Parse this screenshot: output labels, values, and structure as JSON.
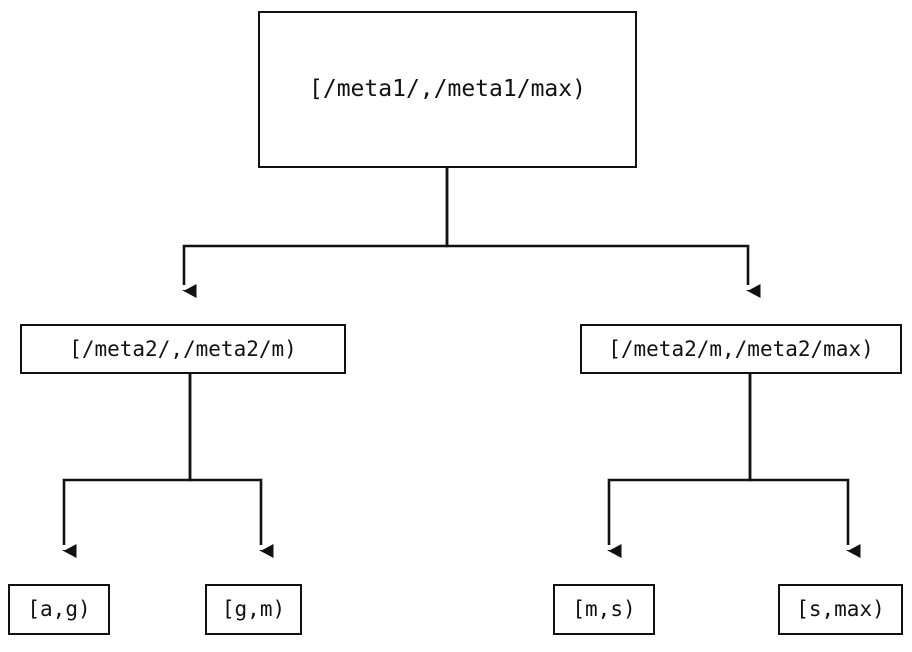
{
  "diagram": {
    "type": "tree",
    "orientation": "top-down",
    "background_color": "#ffffff",
    "stroke_color": "#111111",
    "text_color": "#111111",
    "edge_style": "orthogonal",
    "arrowhead": "solid-triangle-down",
    "levels": 3
  },
  "nodes": {
    "root": {
      "label": "[/meta1/,/meta1/max)"
    },
    "level2": [
      {
        "label": "[/meta2/,/meta2/m)"
      },
      {
        "label": "[/meta2/m,/meta2/max)"
      }
    ],
    "leaves": [
      {
        "label": "[a,g)"
      },
      {
        "label": "[g,m)"
      },
      {
        "label": "[m,s)"
      },
      {
        "label": "[s,max)"
      }
    ]
  },
  "edges": [
    {
      "from": "root",
      "to": "level2.0"
    },
    {
      "from": "root",
      "to": "level2.1"
    },
    {
      "from": "level2.0",
      "to": "leaves.0"
    },
    {
      "from": "level2.0",
      "to": "leaves.1"
    },
    {
      "from": "level2.1",
      "to": "leaves.2"
    },
    {
      "from": "level2.1",
      "to": "leaves.3"
    }
  ]
}
